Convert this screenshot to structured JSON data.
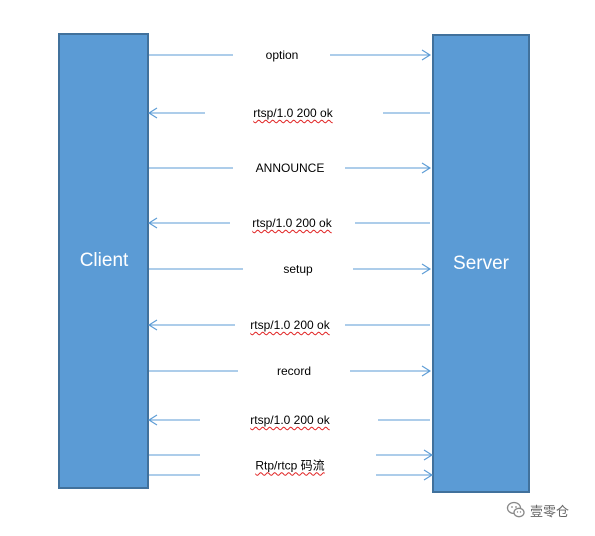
{
  "diagram": {
    "client_label": "Client",
    "server_label": "Server",
    "messages": [
      {
        "text": "option",
        "direction": "right",
        "spellcheck": false
      },
      {
        "text": "rtsp/1.0 200 ok",
        "direction": "left",
        "spellcheck": true
      },
      {
        "text": "ANNOUNCE",
        "direction": "right",
        "spellcheck": false
      },
      {
        "text": "rtsp/1.0 200 ok",
        "direction": "left",
        "spellcheck": true
      },
      {
        "text": "setup",
        "direction": "right",
        "spellcheck": false
      },
      {
        "text": "rtsp/1.0 200 ok",
        "direction": "left",
        "spellcheck": true
      },
      {
        "text": "record",
        "direction": "right",
        "spellcheck": false
      },
      {
        "text": "rtsp/1.0 200 ok",
        "direction": "left",
        "spellcheck": true
      },
      {
        "text": "Rtp/rtcp 码流",
        "direction": "right-double",
        "spellcheck": true
      }
    ]
  },
  "watermark": {
    "text": "壹零仓",
    "icon": "wechat-icon"
  },
  "colors": {
    "box_fill": "#5b9bd5",
    "box_border": "#41719c",
    "arrow": "#5b9bd5",
    "text": "#000000",
    "spell_underline": "#e02020"
  }
}
